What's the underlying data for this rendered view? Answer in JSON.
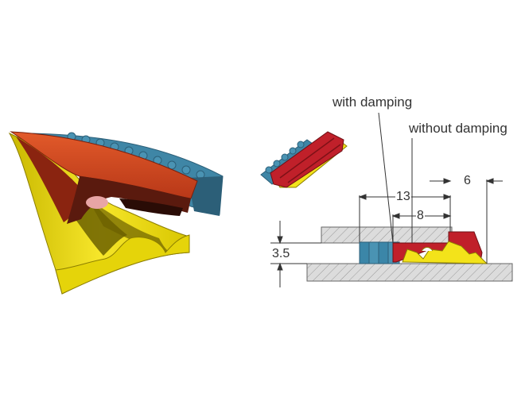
{
  "labels": {
    "with_damping": "with damping",
    "without_damping": "without damping"
  },
  "dimensions": {
    "d13": "13",
    "d8": "8",
    "d6": "6",
    "d35": "3.5"
  },
  "colors": {
    "red": "#c0202a",
    "orange_red": "#d9481f",
    "yellow": "#f3e31a",
    "yellow_dark": "#b5a300",
    "blue": "#3b86a8",
    "blue_dark": "#2c5f78",
    "hatch_gray": "#d9d9d9",
    "line": "#333333"
  }
}
